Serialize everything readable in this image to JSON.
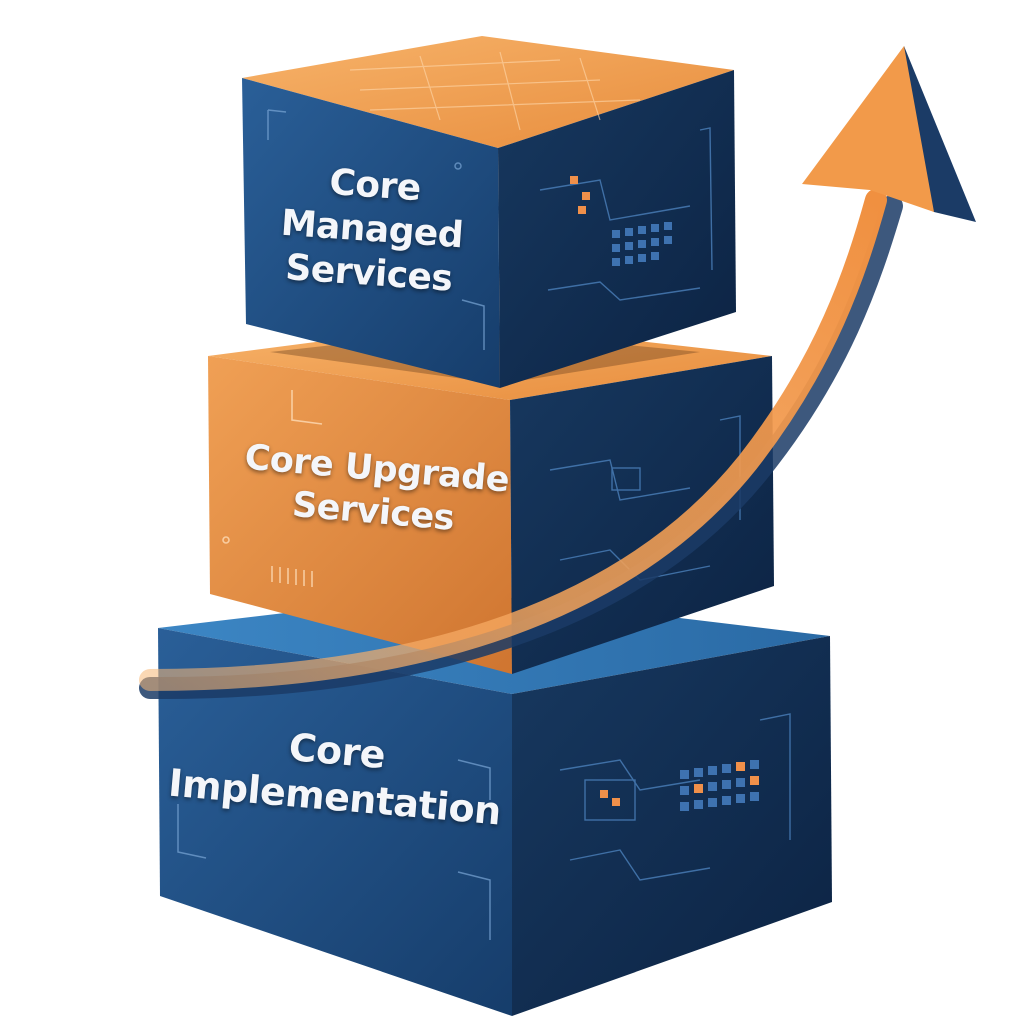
{
  "blocks": {
    "top": {
      "lines": [
        "Core",
        "Managed",
        "Services"
      ]
    },
    "middle": {
      "lines": [
        "Core Upgrade",
        "Services"
      ]
    },
    "bottom": {
      "lines": [
        "Core",
        "Implementation"
      ]
    }
  },
  "colors": {
    "blue_front": "#1d4a7e",
    "blue_side": "#0f2f57",
    "blue_top": "#2c6aa3",
    "orange_front": "#e08a3f",
    "orange_top": "#f0a25a",
    "orange_side": "#152c4c",
    "arrow": "#f29a4a",
    "arrow_edge": "#1b3b66"
  }
}
